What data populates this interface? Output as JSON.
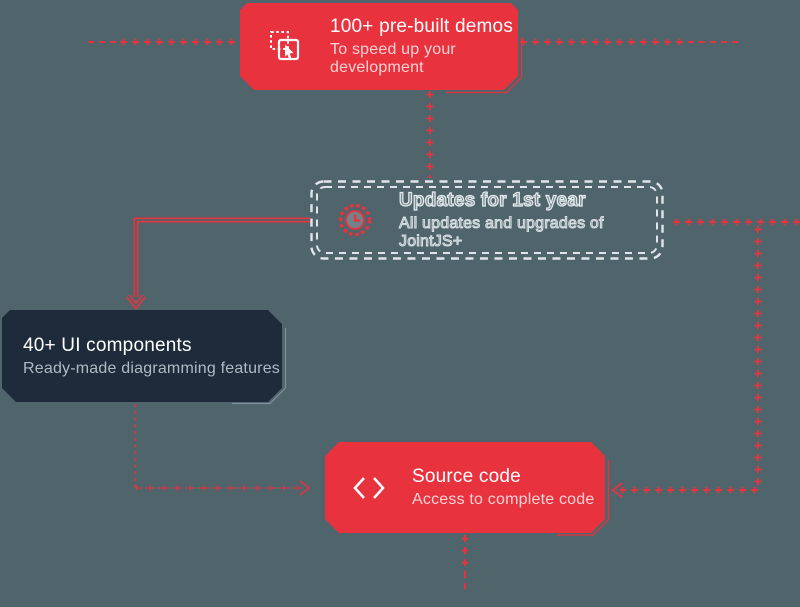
{
  "canvas": {
    "background": "#50646C"
  },
  "colors": {
    "accent_red": "#E8323E",
    "node_dark": "#1D2B3A",
    "dashed_white": "#DFE6EA"
  },
  "nodes": {
    "demos": {
      "title": "100+ pre-built demos",
      "subtitle": "To speed up your development",
      "icon": "drag-select-icon",
      "style": "red-solid"
    },
    "updates": {
      "title": "Updates for 1st year",
      "subtitle": "All updates and upgrades of JointJS+",
      "icon": "clock-updates-icon",
      "style": "ghost-dashed"
    },
    "components": {
      "title": "40+ UI components",
      "subtitle": "Ready-made diagramming features",
      "style": "dark-solid"
    },
    "source": {
      "title": "Source code",
      "subtitle": "Access to complete code",
      "icon": "code-icon",
      "style": "red-solid"
    }
  },
  "edges": [
    {
      "id": "left-to-demos",
      "from": "offscreen-left",
      "to": "demos",
      "style": "dashed-red"
    },
    {
      "id": "demos-to-right",
      "from": "demos",
      "to": "offscreen-right",
      "style": "dashed-red"
    },
    {
      "id": "demos-to-updates",
      "from": "demos",
      "to": "updates",
      "style": "dashed-red"
    },
    {
      "id": "updates-to-components",
      "from": "updates",
      "to": "components",
      "style": "solid-red-arrow"
    },
    {
      "id": "right-to-updates",
      "from": "offscreen-right",
      "to": "updates",
      "style": "dashed-red"
    },
    {
      "id": "right-to-source",
      "from": "offscreen-right",
      "to": "source",
      "style": "dashed-red-arrow"
    },
    {
      "id": "components-to-source",
      "from": "components",
      "to": "source",
      "style": "fine-dashed-red-arrow"
    },
    {
      "id": "source-to-bottom",
      "from": "source",
      "to": "offscreen-bottom",
      "style": "dashed-red"
    }
  ]
}
